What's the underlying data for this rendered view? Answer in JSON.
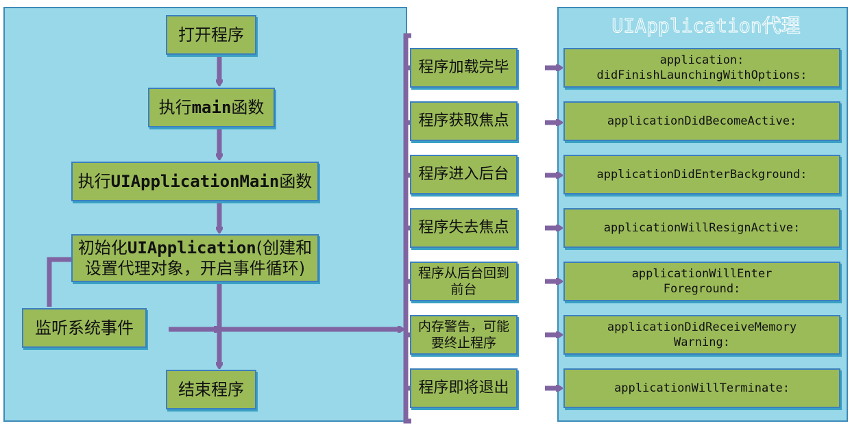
{
  "flow": {
    "open": "打开程序",
    "main_prefix": "执行",
    "main_code": "main",
    "main_suffix": "函数",
    "uimain_prefix": "执行",
    "uimain_code": "UIApplicationMain",
    "uimain_suffix": "函数",
    "init_prefix": "初始化",
    "init_code": "UIApplication",
    "init_suffix": "(创建和",
    "init_line2": "设置代理对象，开启事件循环)",
    "listen": "监听系统事件",
    "end": "结束程序"
  },
  "delegate_title": "UIApplication代理",
  "events": [
    {
      "label": "程序加载完毕",
      "method_l1": "application:",
      "method_l2": "didFinishLaunchingWithOptions:"
    },
    {
      "label": "程序获取焦点",
      "method_l1": "applicationDidBecomeActive:",
      "method_l2": ""
    },
    {
      "label": "程序进入后台",
      "method_l1": "applicationDidEnterBackground:",
      "method_l2": ""
    },
    {
      "label": "程序失去焦点",
      "method_l1": "applicationWillResignActive:",
      "method_l2": ""
    },
    {
      "label_l1": "程序从后台回到",
      "label_l2": "前台",
      "method_l1": "applicationWillEnter",
      "method_l2": "Foreground:"
    },
    {
      "label_l1": "内存警告，可能",
      "label_l2": "要终止程序",
      "method_l1": "applicationDidReceiveMemory",
      "method_l2": "Warning:"
    },
    {
      "label": "程序即将退出",
      "method_l1": "applicationWillTerminate:",
      "method_l2": ""
    }
  ],
  "colors": {
    "panel": "#98d8e8",
    "box": "#9bbb59",
    "border": "#3b7fbf",
    "connector": "#8064a2"
  }
}
